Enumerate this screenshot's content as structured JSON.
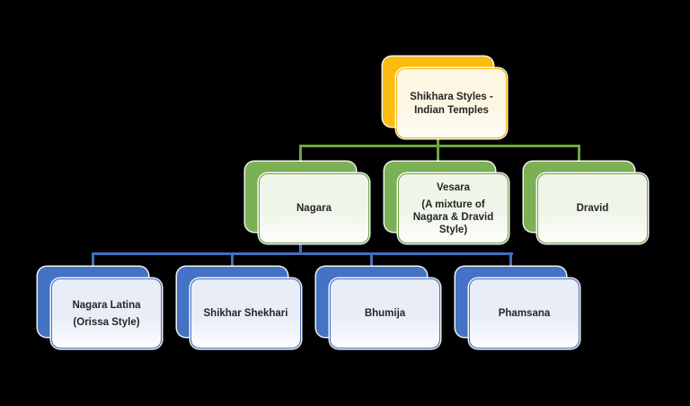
{
  "diagram": {
    "type": "org-chart",
    "nodes": {
      "root": {
        "level": 1,
        "theme": "yellow",
        "lines": [
          "Shikhara Styles -",
          "Indian Temples"
        ]
      },
      "nagara": {
        "level": 2,
        "theme": "green",
        "parent": "root",
        "lines": [
          "Nagara"
        ]
      },
      "vesara": {
        "level": 2,
        "theme": "green",
        "parent": "root",
        "lines": [
          "Vesara",
          "(A mixture of Nagara & Dravid Style)"
        ]
      },
      "dravid": {
        "level": 2,
        "theme": "green",
        "parent": "root",
        "lines": [
          "Dravid"
        ]
      },
      "nagara_latina": {
        "level": 3,
        "theme": "blue",
        "parent": "nagara",
        "lines": [
          "Nagara Latina",
          "(Orissa Style)"
        ]
      },
      "shikhar_shekhari": {
        "level": 3,
        "theme": "blue",
        "parent": "nagara",
        "lines": [
          "Shikhar Shekhari"
        ]
      },
      "bhumija": {
        "level": 3,
        "theme": "blue",
        "parent": "nagara",
        "lines": [
          "Bhumija"
        ]
      },
      "phamsana": {
        "level": 3,
        "theme": "blue",
        "parent": "nagara",
        "lines": [
          "Phamsana"
        ]
      }
    },
    "colors": {
      "level1_back": "#FBBC10",
      "level1_fill": "#FDF6E2",
      "level1_border": "#FFB400",
      "level2_back": "#7CB054",
      "level2_fill": "#F0F5EA",
      "level2_border": "#6FA63F",
      "level3_back": "#4472C4",
      "level3_fill": "#E8EDF8",
      "level3_border": "#4472C4",
      "connector_green": "#6FA63F",
      "connector_blue": "#4470BE",
      "text": "#262626",
      "background": "#000000"
    }
  }
}
